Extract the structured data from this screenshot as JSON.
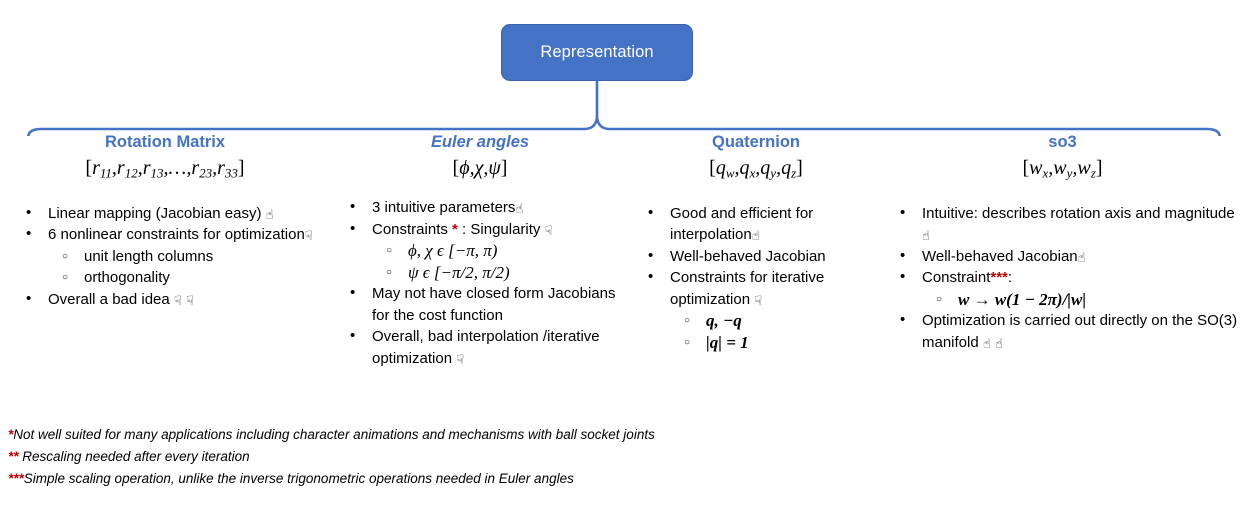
{
  "root": {
    "label": "Representation",
    "fill_color": "#4472C4",
    "text_color": "#FFFFFF"
  },
  "theme": {
    "accent_blue": "#4472C4",
    "footnote_red": "#C00000",
    "body_black": "#000000"
  },
  "connector": {
    "type": "curly-brace",
    "orientation": "down",
    "color": "#4472C4"
  },
  "columns": [
    {
      "title": "Rotation Matrix",
      "title_italic": false,
      "formula_open": "[",
      "formula_terms": [
        {
          "base": "r",
          "sub": "11"
        },
        {
          "base": "r",
          "sub": "12"
        },
        {
          "base": "r",
          "sub": "13"
        },
        {
          "base": "…",
          "sub": ""
        },
        {
          "base": "r",
          "sub": "23"
        },
        {
          "base": "r",
          "sub": "33"
        }
      ],
      "formula_close": "]",
      "items": [
        {
          "level": 1,
          "text": "Linear mapping  (Jacobian easy)",
          "marks": [
            "thumbs-up"
          ]
        },
        {
          "level": 1,
          "text": "6 nonlinear constraints for optimization",
          "marks": [
            "thumbs-down"
          ]
        },
        {
          "level": 2,
          "text": "unit length columns",
          "marks": []
        },
        {
          "level": 2,
          "text": "orthogonality",
          "marks": []
        },
        {
          "level": 1,
          "text": "Overall a bad idea",
          "marks": [
            "thumbs-down",
            "thumbs-down"
          ]
        }
      ]
    },
    {
      "title": "Euler angles",
      "title_italic": true,
      "formula_open": "[",
      "formula_terms": [
        {
          "base": "ϕ",
          "sub": ""
        },
        {
          "base": "χ",
          "sub": ""
        },
        {
          "base": "ψ",
          "sub": ""
        }
      ],
      "formula_close": "]",
      "items": [
        {
          "level": 1,
          "text": "3 intuitive parameters",
          "marks": [
            "thumbs-up"
          ]
        },
        {
          "level": 1,
          "text": "Constraints * : Singularity",
          "marks": [
            "thumbs-down"
          ],
          "footnote_mark": "*"
        },
        {
          "level": 2,
          "text": "ϕ, χ ϵ [−π, π)",
          "marks": [],
          "math": true
        },
        {
          "level": 2,
          "text": "ψ ϵ [−π/2, π/2)",
          "marks": [],
          "math": true
        },
        {
          "level": 1,
          "text": "May not have closed form Jacobians for the cost function",
          "marks": []
        },
        {
          "level": 1,
          "text": "Overall, bad interpolation /iterative optimization",
          "marks": [
            "thumbs-down"
          ]
        }
      ]
    },
    {
      "title": "Quaternion",
      "title_italic": false,
      "formula_open": "[",
      "formula_terms": [
        {
          "base": "q",
          "sub": "w"
        },
        {
          "base": "q",
          "sub": "x"
        },
        {
          "base": "q",
          "sub": "y"
        },
        {
          "base": "q",
          "sub": "z"
        }
      ],
      "formula_close": "]",
      "items": [
        {
          "level": 1,
          "text": "Good and efficient for interpolation",
          "marks": [
            "thumbs-up"
          ]
        },
        {
          "level": 1,
          "text": "Well-behaved Jacobian",
          "marks": []
        },
        {
          "level": 1,
          "text": "Constraints for iterative optimization",
          "marks": [
            "thumbs-down"
          ]
        },
        {
          "level": 2,
          "text": "q, −q",
          "marks": [],
          "math": true
        },
        {
          "level": 2,
          "text": "|q| = 1",
          "marks": [],
          "math": true
        }
      ]
    },
    {
      "title": "so3",
      "title_italic": false,
      "formula_open": "[",
      "formula_terms": [
        {
          "base": "w",
          "sub": "x"
        },
        {
          "base": "w",
          "sub": "y"
        },
        {
          "base": "w",
          "sub": "z"
        }
      ],
      "formula_close": "]",
      "items": [
        {
          "level": 1,
          "text": "Intuitive: describes rotation axis and magnitude",
          "marks": [
            "thumbs-up"
          ]
        },
        {
          "level": 1,
          "text": "Well-behaved Jacobian",
          "marks": [
            "thumbs-up"
          ]
        },
        {
          "level": 1,
          "text": "Constraint***:",
          "marks": [],
          "footnote_mark": "***"
        },
        {
          "level": 2,
          "text": "w → w(1 − 2π)/|w|",
          "marks": [],
          "math": true
        },
        {
          "level": 1,
          "text": "Optimization is carried out directly on the SO(3) manifold",
          "marks": [
            "thumbs-up",
            "thumbs-up"
          ]
        }
      ]
    }
  ],
  "footnotes": [
    {
      "mark": "*",
      "text": "Not well suited for many applications including character animations and mechanisms with ball socket joints"
    },
    {
      "mark": "**",
      "text": " Rescaling needed after every iteration"
    },
    {
      "mark": "***",
      "text": "Simple scaling operation, unlike the inverse trigonometric operations needed in Euler angles"
    }
  ],
  "glyphs": {
    "thumbs-up": "☝",
    "thumbs-down": "☟"
  }
}
